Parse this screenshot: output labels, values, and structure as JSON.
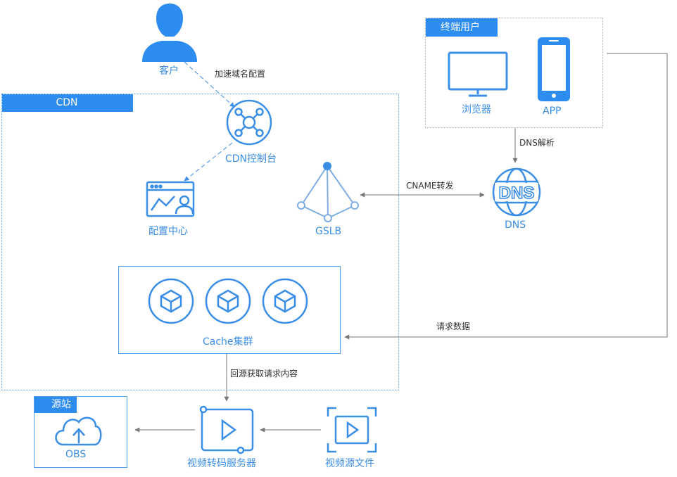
{
  "colors": {
    "accent": "#2d8cf0",
    "icon": "#3b8ee6",
    "arrow": "#888888",
    "border": "#4fa0e8"
  },
  "nodes": {
    "customer": "客户",
    "cdn_console": "CDN控制台",
    "config_center": "配置中心",
    "gslb": "GSLB",
    "cache_cluster": "Cache集群",
    "dns": "DNS",
    "browser": "浏览器",
    "app": "APP",
    "obs": "OBS",
    "transcoder": "视频转码服务器",
    "video_source": "视频源文件"
  },
  "groups": {
    "cdn": "CDN",
    "end_users": "终端用户",
    "origin": "源站"
  },
  "edges": {
    "accel_domain_config": "加速域名配置",
    "dns_resolve": "DNS解析",
    "cname_forward": "CNAME转发",
    "request_data": "请求数据",
    "back_to_origin": "回源获取请求内容"
  },
  "icons": [
    "user-icon",
    "network-hub-icon",
    "dashboard-icon",
    "gslb-pyramid-icon",
    "cube-node-icon",
    "monitor-icon",
    "mobile-phone-icon",
    "dns-globe-icon",
    "cloud-upload-icon",
    "video-play-icon"
  ]
}
